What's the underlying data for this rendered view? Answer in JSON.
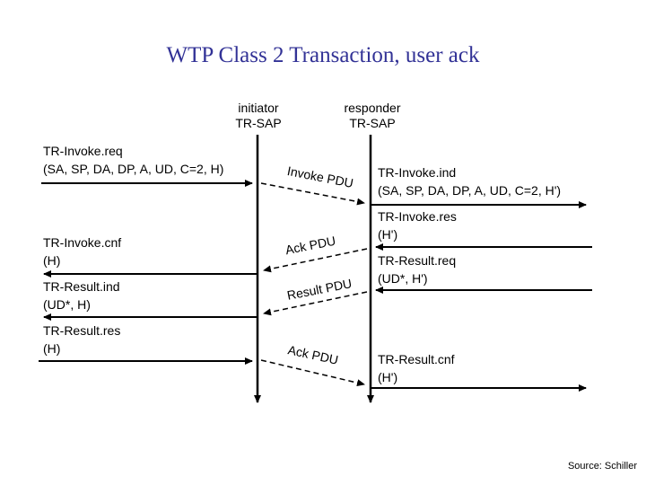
{
  "slide": {
    "title": "WTP Class 2 Transaction, user ack",
    "title_color": "#323296",
    "source": "Source: Schiller"
  },
  "lifelines": {
    "initiator": {
      "role": "initiator",
      "sap": "TR-SAP"
    },
    "responder": {
      "role": "responder",
      "sap": "TR-SAP"
    }
  },
  "messages": {
    "left": [
      {
        "name": "TR-Invoke.req",
        "params": "(SA, SP, DA, DP, A, UD, C=2, H)"
      },
      {
        "name": "TR-Invoke.cnf",
        "params": "(H)"
      },
      {
        "name": "TR-Result.ind",
        "params": "(UD*, H)"
      },
      {
        "name": "TR-Result.res",
        "params": "(H)"
      }
    ],
    "right": [
      {
        "name": "TR-Invoke.ind",
        "params": "(SA, SP, DA, DP, A, UD, C=2, H')"
      },
      {
        "name": "TR-Invoke.res",
        "params": "(H')"
      },
      {
        "name": "TR-Result.req",
        "params": "(UD*, H')"
      },
      {
        "name": "TR-Result.cnf",
        "params": "(H')"
      }
    ],
    "pdus": [
      {
        "label": "Invoke PDU"
      },
      {
        "label": "Ack PDU"
      },
      {
        "label": "Result PDU"
      },
      {
        "label": "Ack PDU"
      }
    ]
  },
  "colors": {
    "line": "#000000",
    "text": "#000000",
    "background": "#ffffff"
  }
}
